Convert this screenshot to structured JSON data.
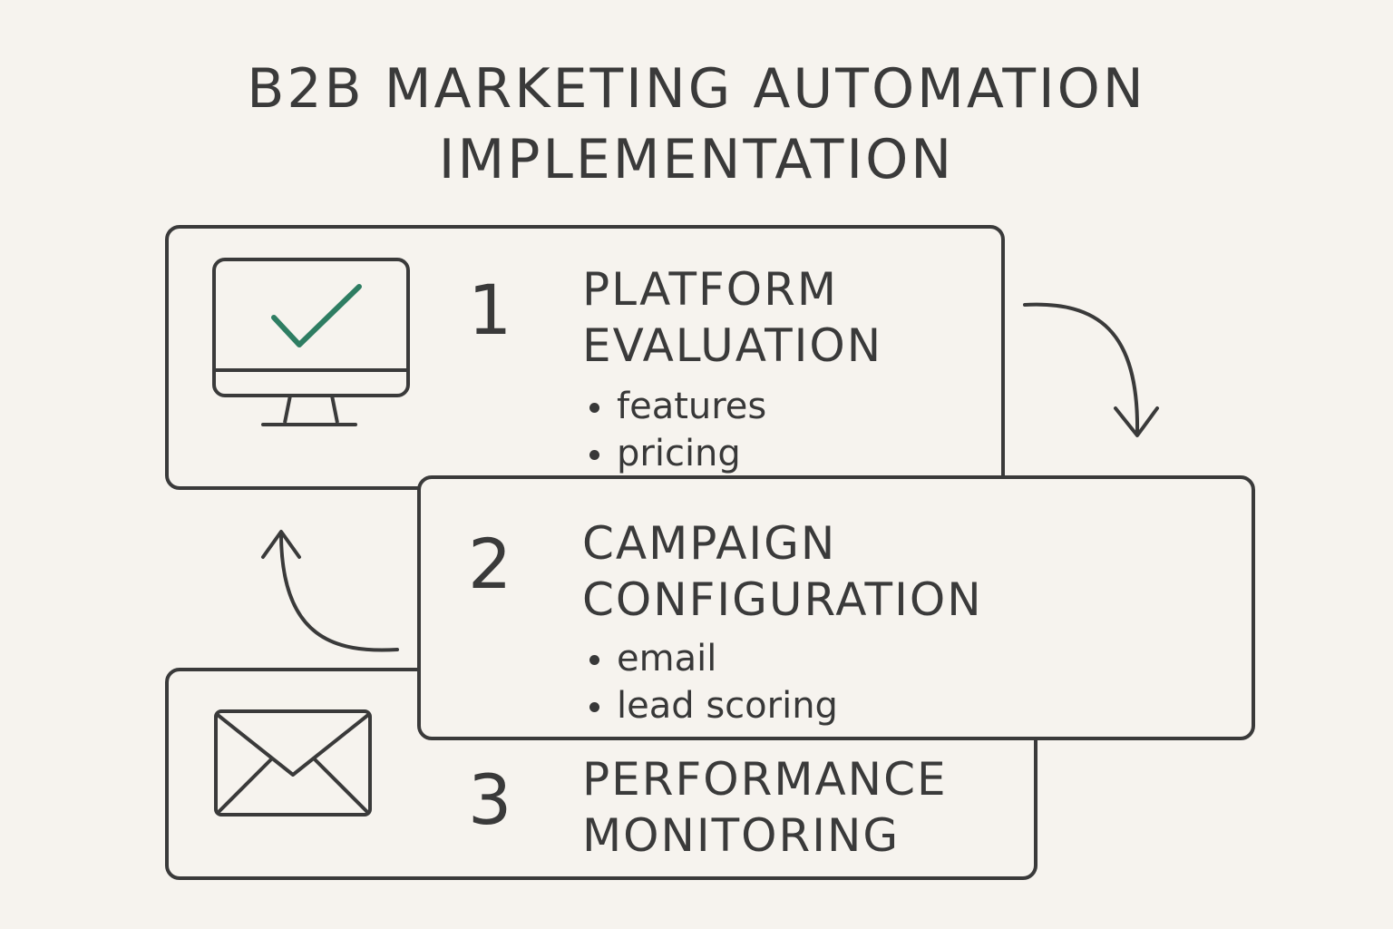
{
  "title": {
    "line1": "B2B MARKETING AUTOMATION",
    "line2": "IMPLEMENTATION"
  },
  "steps": [
    {
      "number": "1",
      "heading_line1": "PLATFORM",
      "heading_line2": "EVALUATION",
      "bullets": [
        "features",
        "pricing"
      ],
      "icon": "monitor-checkmark-icon"
    },
    {
      "number": "2",
      "heading_line1": "CAMPAIGN",
      "heading_line2": "CONFIGURATION",
      "bullets": [
        "email",
        "lead scoring"
      ]
    },
    {
      "number": "3",
      "heading_line1": "PERFORMANCE",
      "heading_line2": "MONITORING",
      "icon": "envelope-icon"
    }
  ],
  "colors": {
    "background": "#f6f3ee",
    "ink": "#3a3a3a",
    "check": "#2e7d62"
  }
}
